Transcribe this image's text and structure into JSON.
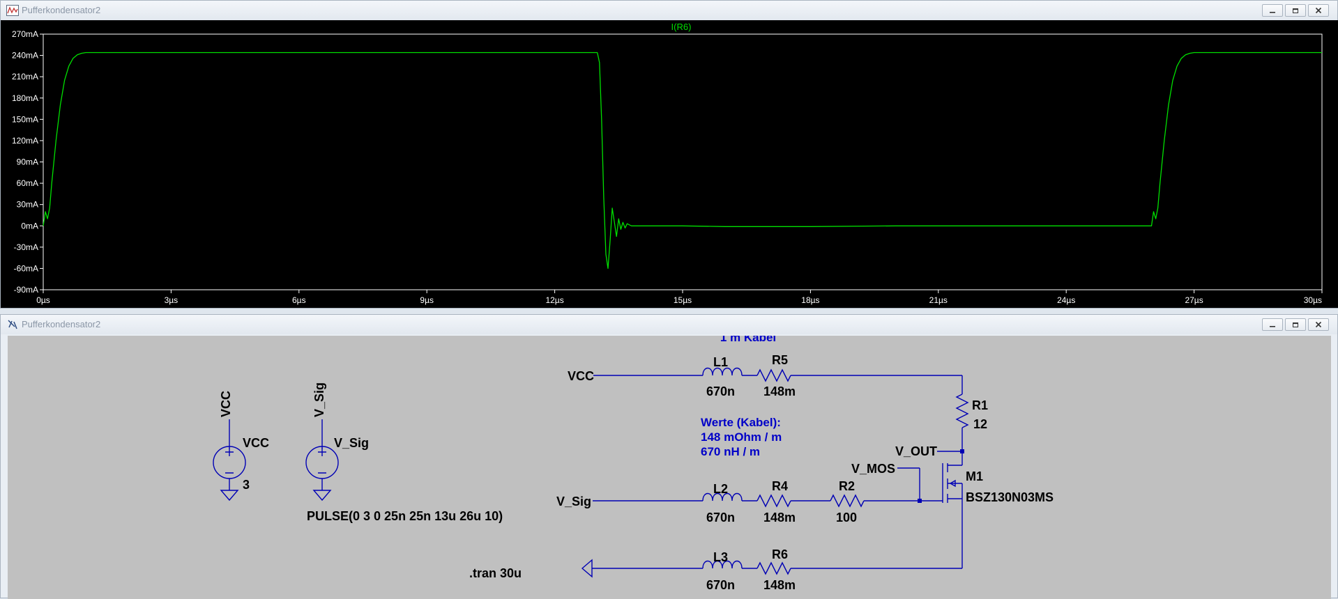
{
  "plot_window": {
    "title": "Pufferkondensator2",
    "trace_label": "I(R6)",
    "trace_color": "#00e000",
    "background_color": "#000000"
  },
  "schematic_window": {
    "title": "Pufferkondensator2",
    "background_color": "#c0c0c0",
    "top_partial_text": "1 m Kabel",
    "sources": [
      {
        "net_label": "VCC",
        "name": "VCC",
        "value": "3"
      },
      {
        "net_label": "V_Sig",
        "name": "V_Sig",
        "value": "PULSE(0 3 0 25n 25n 13u 26u 10)"
      }
    ],
    "directive": ".tran 30u",
    "comment": [
      "Werte (Kabel):",
      "148 mOhm / m",
      "670 nH / m"
    ],
    "net_labels": {
      "vcc": "VCC",
      "v_sig": "V_Sig",
      "v_out": "V_OUT",
      "v_mos": "V_MOS"
    },
    "components": [
      {
        "name": "L1",
        "value": "670n"
      },
      {
        "name": "R5",
        "value": "148m"
      },
      {
        "name": "R1",
        "value": "12"
      },
      {
        "name": "L2",
        "value": "670n"
      },
      {
        "name": "R4",
        "value": "148m"
      },
      {
        "name": "R2",
        "value": "100"
      },
      {
        "name": "M1",
        "value": "BSZ130N03MS"
      },
      {
        "name": "L3",
        "value": "670n"
      },
      {
        "name": "R6",
        "value": "148m"
      }
    ],
    "wire_color": "#0000b4"
  },
  "chart_data": {
    "type": "line",
    "title": "I(R6)",
    "xlabel": "",
    "ylabel": "",
    "xlim": [
      0,
      30
    ],
    "ylim": [
      -90,
      270
    ],
    "x_ticks": [
      "0µs",
      "3µs",
      "6µs",
      "9µs",
      "12µs",
      "15µs",
      "18µs",
      "21µs",
      "24µs",
      "27µs",
      "30µs"
    ],
    "y_ticks": [
      "270mA",
      "240mA",
      "210mA",
      "180mA",
      "150mA",
      "120mA",
      "90mA",
      "60mA",
      "30mA",
      "0mA",
      "-30mA",
      "-60mA",
      "-90mA"
    ],
    "grid": false,
    "series": [
      {
        "name": "I(R6)",
        "x": [
          0,
          0.05,
          0.1,
          0.15,
          0.2,
          0.3,
          0.4,
          0.5,
          0.6,
          0.7,
          0.8,
          0.9,
          1.0,
          1.2,
          1.5,
          13.0,
          13.05,
          13.1,
          13.15,
          13.2,
          13.25,
          13.3,
          13.35,
          13.4,
          13.45,
          13.5,
          13.55,
          13.6,
          13.65,
          13.7,
          13.8,
          13.9,
          14.0,
          14.5,
          15,
          16,
          18,
          20,
          22,
          24,
          25,
          26.0,
          26.05,
          26.1,
          26.15,
          26.2,
          26.3,
          26.4,
          26.5,
          26.6,
          26.7,
          26.8,
          26.9,
          27.0,
          27.2,
          27.5,
          30
        ],
        "y": [
          0,
          20,
          10,
          25,
          60,
          120,
          170,
          205,
          225,
          236,
          241,
          243,
          244,
          244,
          244,
          244,
          230,
          150,
          40,
          -40,
          -60,
          -20,
          25,
          5,
          -15,
          10,
          -5,
          5,
          -3,
          3,
          0,
          0,
          0,
          0,
          0,
          -1,
          -1,
          0,
          0,
          0,
          0,
          0,
          20,
          10,
          25,
          60,
          120,
          170,
          205,
          225,
          236,
          241,
          243,
          244,
          244,
          244,
          244
        ]
      }
    ]
  }
}
